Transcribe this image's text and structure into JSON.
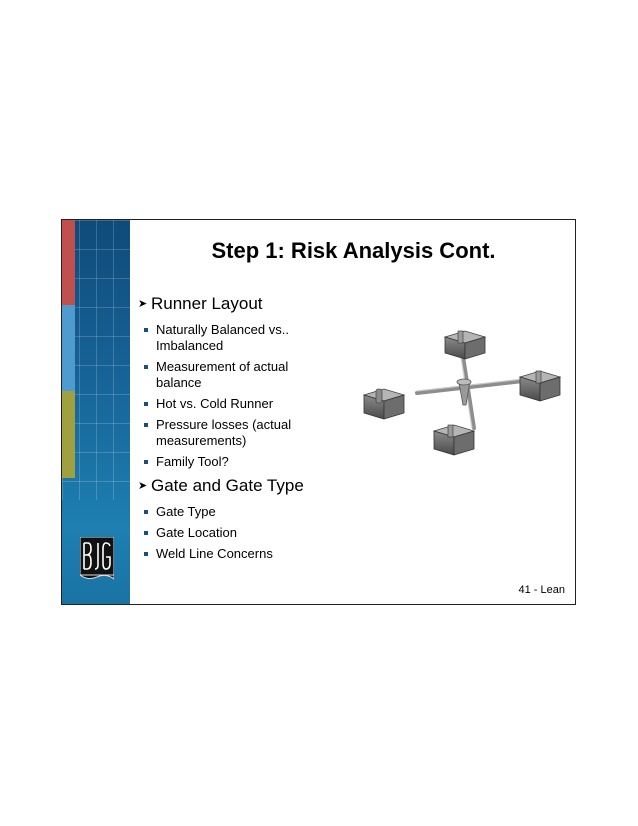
{
  "slide": {
    "title": "Step 1: Risk Analysis Cont.",
    "sections": [
      {
        "heading": "Runner Layout",
        "items": [
          "Naturally Balanced vs.. Imbalanced",
          "Measurement of actual balance",
          "Hot vs. Cold Runner",
          "Pressure losses (actual measurements)",
          "Family Tool?"
        ]
      },
      {
        "heading": "Gate and Gate Type",
        "items": [
          "Gate Type",
          "Gate Location",
          "Weld Line Concerns"
        ]
      }
    ],
    "footer": "41 - Lean",
    "logo_text": "BJG"
  },
  "colors": {
    "sidebar_blue": "#17669a",
    "stripe_red": "#c0504d",
    "stripe_blue": "#4f9bd0",
    "stripe_olive": "#a0a040"
  },
  "icons": {
    "bullet_level1": "arrow-bullet-icon",
    "bullet_level2": "square-bullet-icon",
    "illustration": "runner-system-mold-icon"
  }
}
